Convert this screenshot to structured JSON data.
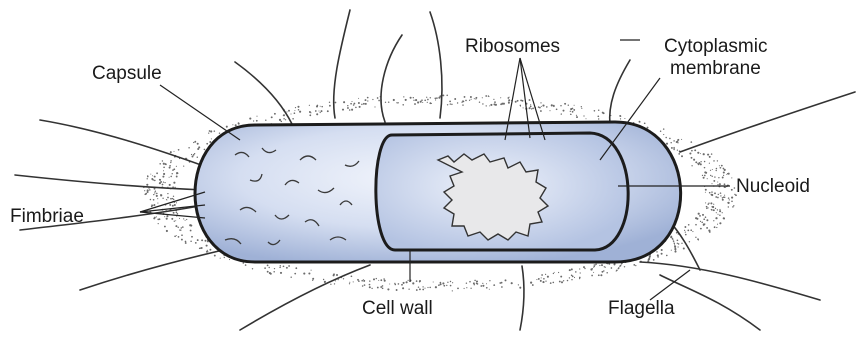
{
  "labels": {
    "capsule": "Capsule",
    "fimbriae": "Fimbriae",
    "ribosomes": "Ribosomes",
    "cytoplasmic_membrane_line1": "Cytoplasmic",
    "cytoplasmic_membrane_line2": "membrane",
    "nucleoid": "Nucleoid",
    "cell_wall": "Cell wall",
    "flagella": "Flagella"
  },
  "colors": {
    "cell_fill": "#c9d6ee",
    "cell_highlight": "#eef2fb",
    "outline": "#1c1c1c",
    "nucleoid_fill": "#e8e8ea",
    "stipple": "#6b6b6b"
  }
}
